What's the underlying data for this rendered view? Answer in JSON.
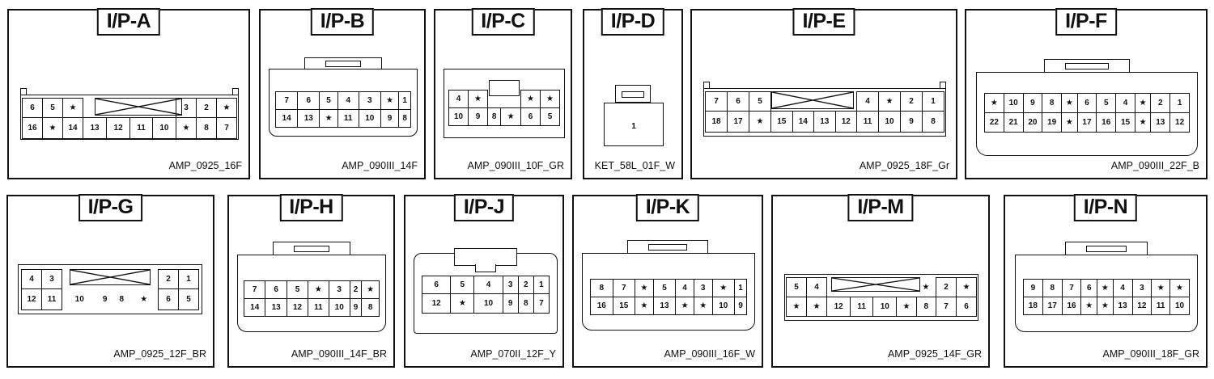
{
  "connectors": [
    {
      "id": "ipa",
      "title": "I/P-A",
      "code": "AMP_0925_16F",
      "rows": [
        [
          "6",
          "5",
          "★",
          "",
          "",
          "",
          "3",
          "2",
          "★"
        ],
        [
          "16",
          "★",
          "14",
          "13",
          "12",
          "11",
          "10",
          "★",
          "8",
          "7"
        ]
      ]
    },
    {
      "id": "ipb",
      "title": "I/P-B",
      "code": "AMP_090III_14F",
      "rows": [
        [
          "7",
          "6",
          "5",
          "4",
          "3",
          "★",
          "1"
        ],
        [
          "14",
          "13",
          "★",
          "11",
          "10",
          "9",
          "8"
        ]
      ]
    },
    {
      "id": "ipc",
      "title": "I/P-C",
      "code": "AMP_090III_10F_GR",
      "rows": [
        [
          "4",
          "★",
          "",
          "",
          "★",
          "★"
        ],
        [
          "10",
          "9",
          "8",
          "★",
          "6",
          "5"
        ]
      ]
    },
    {
      "id": "ipd",
      "title": "I/P-D",
      "code": "KET_58L_01F_W",
      "rows": [
        [
          "1"
        ]
      ]
    },
    {
      "id": "ipe",
      "title": "I/P-E",
      "code": "AMP_0925_18F_Gr",
      "rows": [
        [
          "7",
          "6",
          "5",
          "",
          "",
          "",
          "4",
          "★",
          "2",
          "1"
        ],
        [
          "18",
          "17",
          "★",
          "15",
          "14",
          "13",
          "12",
          "11",
          "10",
          "9",
          "8"
        ]
      ]
    },
    {
      "id": "ipf",
      "title": "I/P-F",
      "code": "AMP_090III_22F_B",
      "rows": [
        [
          "★",
          "10",
          "9",
          "8",
          "★",
          "6",
          "5",
          "4",
          "★",
          "2",
          "1"
        ],
        [
          "22",
          "21",
          "20",
          "19",
          "★",
          "17",
          "16",
          "15",
          "★",
          "13",
          "12"
        ]
      ]
    },
    {
      "id": "ipg",
      "title": "I/P-G",
      "code": "AMP_0925_12F_BR",
      "rows": [
        [
          "4",
          "3",
          "",
          "",
          "",
          "",
          "2",
          "1"
        ],
        [
          "12",
          "11",
          "10",
          "9",
          "8",
          "★",
          "6",
          "5"
        ]
      ]
    },
    {
      "id": "iph",
      "title": "I/P-H",
      "code": "AMP_090III_14F_BR",
      "rows": [
        [
          "7",
          "6",
          "5",
          "★",
          "3",
          "2",
          "★"
        ],
        [
          "14",
          "13",
          "12",
          "11",
          "10",
          "9",
          "8"
        ]
      ]
    },
    {
      "id": "ipj",
      "title": "I/P-J",
      "code": "AMP_070II_12F_Y",
      "rows": [
        [
          "6",
          "5",
          "4",
          "3",
          "2",
          "1"
        ],
        [
          "12",
          "★",
          "10",
          "9",
          "8",
          "7"
        ]
      ]
    },
    {
      "id": "ipk",
      "title": "I/P-K",
      "code": "AMP_090III_16F_W",
      "rows": [
        [
          "8",
          "7",
          "★",
          "5",
          "4",
          "3",
          "★",
          "1"
        ],
        [
          "16",
          "15",
          "★",
          "13",
          "★",
          "★",
          "10",
          "9"
        ]
      ]
    },
    {
      "id": "ipm",
      "title": "I/P-M",
      "code": "AMP_0925_14F_GR",
      "rows": [
        [
          "5",
          "4",
          "",
          "",
          "",
          "",
          "★",
          "2",
          "★"
        ],
        [
          "★",
          "★",
          "12",
          "11",
          "10",
          "★",
          "8",
          "7",
          "6"
        ]
      ]
    },
    {
      "id": "ipn",
      "title": "I/P-N",
      "code": "AMP_090III_18F_GR",
      "rows": [
        [
          "9",
          "8",
          "7",
          "6",
          "★",
          "4",
          "3",
          "★",
          "★"
        ],
        [
          "18",
          "17",
          "16",
          "★",
          "★",
          "13",
          "12",
          "11",
          "10"
        ]
      ]
    }
  ]
}
